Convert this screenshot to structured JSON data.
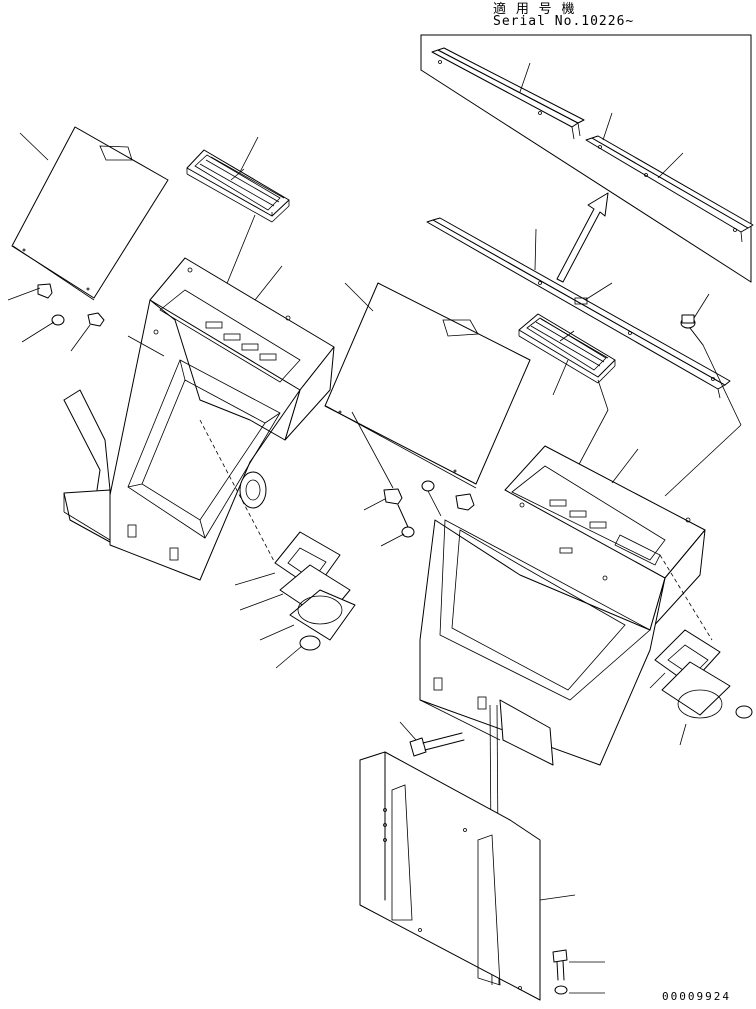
{
  "header": {
    "applicable_label": "適 用 号 機",
    "serial_label": "Serial No.10226~"
  },
  "footer": {
    "drawing_code": "00009924"
  }
}
